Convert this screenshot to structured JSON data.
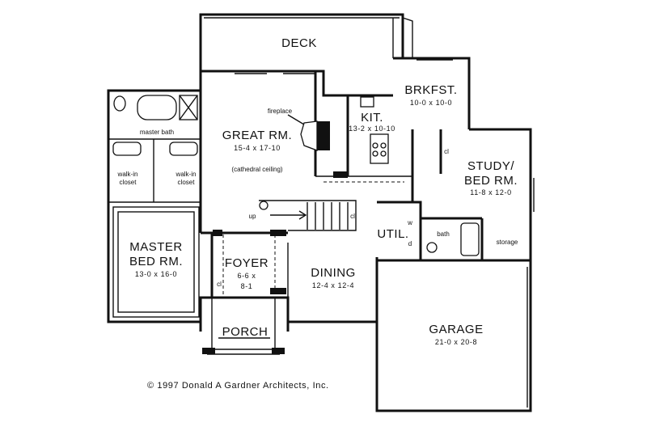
{
  "rooms": {
    "deck": {
      "name": "DECK"
    },
    "brkfst": {
      "name": "BRKFST.",
      "dim": "10-0  x  10-0"
    },
    "great": {
      "name": "GREAT RM.",
      "dim": "15-4  x  17-10",
      "note": "(cathedral ceiling)"
    },
    "kit": {
      "name": "KIT.",
      "dim": "13-2  x  10-10"
    },
    "study": {
      "name1": "STUDY/",
      "name2": "BED RM.",
      "dim": "11-8  x  12-0"
    },
    "master": {
      "name1": "MASTER",
      "name2": "BED RM.",
      "dim": "13-0  x  16-0"
    },
    "foyer": {
      "name": "FOYER",
      "dim1": "6-6    x",
      "dim2": "8-1"
    },
    "dining": {
      "name": "DINING",
      "dim": "12-4  x  12-4"
    },
    "util": {
      "name": "UTIL."
    },
    "garage": {
      "name": "GARAGE",
      "dim": "21-0  x  20-8"
    },
    "porch": {
      "name": "PORCH"
    }
  },
  "labels": {
    "fireplace": "fireplace",
    "master_bath": "master bath",
    "walk_in_1a": "walk-in",
    "walk_in_1b": "closet",
    "walk_in_2a": "walk-in",
    "walk_in_2b": "closet",
    "up": "up",
    "cl_stair": "cl",
    "cl_study": "cl",
    "cl_foyer": "cl",
    "bath": "bath",
    "storage": "storage",
    "w": "w",
    "d": "d"
  },
  "copyright": "© 1997   Donald A Gardner Architects, Inc."
}
